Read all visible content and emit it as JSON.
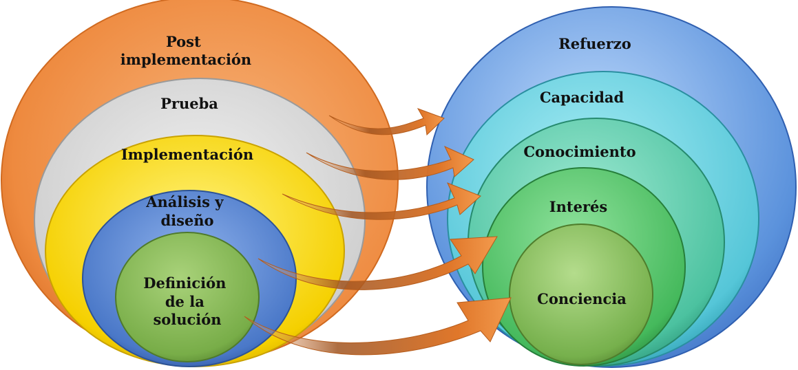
{
  "left_stack": {
    "rings": [
      {
        "lines": [
          "Post",
          "implementación"
        ],
        "color": "#f08a3c"
      },
      {
        "lines": [
          "Prueba"
        ],
        "color": "#c9c9c9"
      },
      {
        "lines": [
          "Implementación"
        ],
        "color": "#f5d400"
      },
      {
        "lines": [
          "Análisis y",
          "diseño"
        ],
        "color": "#4a78c8"
      },
      {
        "lines": [
          "Definición",
          "de la",
          "solución"
        ],
        "color": "#7ab048"
      }
    ]
  },
  "right_stack": {
    "rings": [
      {
        "lines": [
          "Refuerzo"
        ],
        "color": "#5b92dc"
      },
      {
        "lines": [
          "Capacidad"
        ],
        "color": "#55c6d8"
      },
      {
        "lines": [
          "Conocimiento"
        ],
        "color": "#4cc2a8"
      },
      {
        "lines": [
          "Interés"
        ],
        "color": "#47bb60"
      },
      {
        "lines": [
          "Conciencia"
        ],
        "color": "#76b04c"
      }
    ]
  },
  "arrows": {
    "color": "#e0772a",
    "count": 5
  }
}
